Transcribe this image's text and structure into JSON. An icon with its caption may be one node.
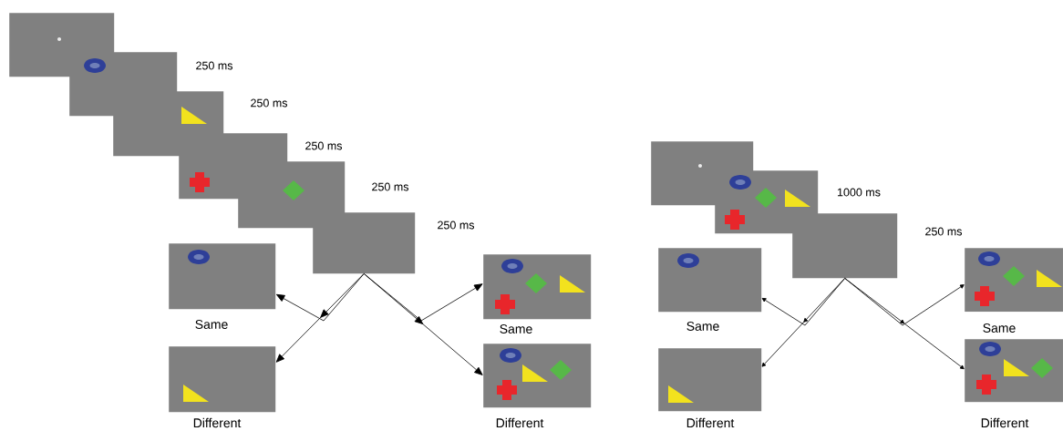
{
  "diagram": {
    "nodes": [
      {
        "text": [],
        "shape": "box"
      },
      {
        "text": [],
        "shape": "box",
        "beside": [
          "250 ms"
        ]
      },
      {
        "text": [],
        "shape": "box",
        "beside": [
          "250 ms"
        ]
      },
      {
        "text": [],
        "shape": "box",
        "beside": [
          "250 ms"
        ]
      },
      {
        "text": [],
        "shape": "box",
        "beside": [
          "250 ms"
        ]
      },
      {
        "text": [],
        "shape": "box",
        "beside": [
          "250 ms"
        ]
      },
      {
        "text": [],
        "shape": "box",
        "beside": [
          "Same"
        ]
      },
      {
        "text": [],
        "shape": "box",
        "beside": [
          "Different"
        ]
      },
      {
        "text": [],
        "shape": "box",
        "beside": [
          "Same"
        ]
      },
      {
        "text": [],
        "shape": "box",
        "beside": [
          "Different"
        ]
      },
      {
        "text": [],
        "shape": "box"
      },
      {
        "text": [],
        "shape": "box",
        "beside": [
          "1000 ms"
        ]
      },
      {
        "text": [],
        "shape": "box"
      },
      {
        "text": [],
        "shape": "box",
        "beside": [
          "Same"
        ]
      },
      {
        "text": [],
        "shape": "box",
        "beside": [
          "Different"
        ]
      },
      {
        "text": [],
        "shape": "box",
        "beside": [
          "Same"
        ]
      },
      {
        "text": [],
        "shape": "box",
        "beside": [
          "Different"
        ]
      }
    ],
    "labels": [
      "250 ms"
    ],
    "edges": [
      {
        "from": 5,
        "to": 6,
        "arrow": "to"
      },
      {
        "from": 5,
        "to": 7,
        "arrow": "to"
      },
      {
        "from": 5,
        "to": 8,
        "arrow": "to"
      },
      {
        "from": 5,
        "to": 9,
        "arrow": "to"
      },
      {
        "from": 12,
        "to": 13,
        "arrow": "to"
      },
      {
        "from": 12,
        "to": 14,
        "arrow": "to"
      },
      {
        "from": 12,
        "to": 15,
        "arrow": "to"
      },
      {
        "from": 12,
        "to": 16,
        "arrow": "to"
      }
    ]
  }
}
